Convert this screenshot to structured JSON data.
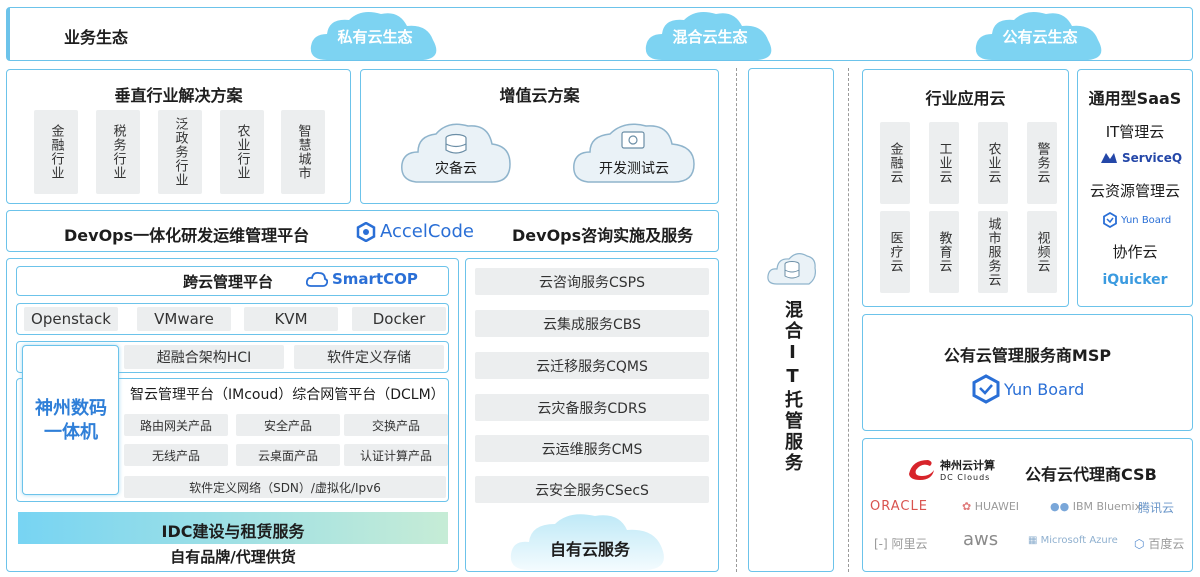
{
  "top_bar": {
    "label": "业务生态",
    "clouds": [
      "私有云生态",
      "混合云生态",
      "公有云生态"
    ]
  },
  "vertical_solutions": {
    "title": "垂直行业解决方案",
    "items": [
      "金融行业",
      "税务行业",
      "泛政务行业",
      "农业行业",
      "智慧城市"
    ]
  },
  "value_added": {
    "title": "增值云方案",
    "items": [
      "灾备云",
      "开发测试云"
    ]
  },
  "devops": {
    "left": "DevOps一体化研发运维管理平台",
    "brand": "AccelCode",
    "right": "DevOps咨询实施及服务"
  },
  "cross_cloud": {
    "title": "跨云管理平台",
    "brand": "SmartCOP"
  },
  "virtualization": [
    "Openstack",
    "VMware",
    "KVM",
    "Docker"
  ],
  "storage": [
    "超融合架构HCI",
    "软件定义存储"
  ],
  "appliance": {
    "label": "神州数码一体机",
    "platforms": "智云管理平台（IMcoud）综合网管平台（DCLM）",
    "products": [
      "路由网关产品",
      "安全产品",
      "交换产品",
      "无线产品",
      "云桌面产品",
      "认证计算产品"
    ],
    "sdn": "软件定义网络（SDN）/虚拟化/Ipv6"
  },
  "idc": {
    "title": "IDC建设与租赁服务",
    "subtitle": "自有品牌/代理供货"
  },
  "services": {
    "items": [
      "云咨询服务CSPS",
      "云集成服务CBS",
      "云迁移服务CQMS",
      "云灾备服务CDRS",
      "云运维服务CMS",
      "云安全服务CSecS"
    ],
    "cloud_label": "自有云服务"
  },
  "hybrid_it": {
    "label": "混合IT托管服务"
  },
  "industry_cloud": {
    "title": "行业应用云",
    "items": [
      "金融云",
      "工业云",
      "农业云",
      "警务云",
      "医疗云",
      "教育云",
      "城市服务云",
      "视频云"
    ]
  },
  "saas": {
    "title": "通用型SaaS",
    "items": [
      "IT管理云",
      "ServiceQ",
      "云资源管理云",
      "Yun Board",
      "协作云",
      "iQuicker"
    ]
  },
  "msp": {
    "title": "公有云管理服务商MSP",
    "brand": "Yun Board"
  },
  "csb": {
    "brand_cn": "神州云计算",
    "brand_en": "DC Clouds",
    "title": "公有云代理商CSB",
    "partners": [
      "ORACLE",
      "HUAWEI",
      "IBM Bluemix",
      "腾讯云",
      "阿里云",
      "aws",
      "Microsoft Azure",
      "百度云"
    ]
  },
  "colors": {
    "border": "#6cc3ea",
    "cloud": "#7dd3f2",
    "gray_box": "#eceeef",
    "brand_blue": "#2a6fd6"
  }
}
